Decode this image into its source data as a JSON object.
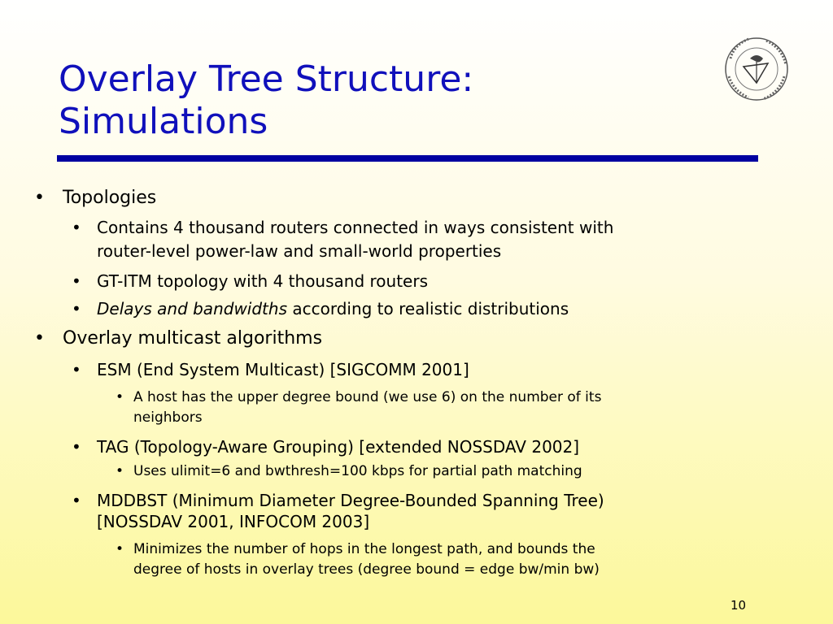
{
  "slide": {
    "title_line1": "Overlay Tree Structure:",
    "title_line2": "Simulations",
    "bullet_glyph": "•",
    "page_number": "10",
    "accent_color": "#1010bb",
    "rule_color": "#0000a0"
  },
  "content": {
    "topologies": {
      "heading": "Topologies",
      "items": [
        {
          "line1": "Contains 4 thousand routers connected in ways consistent with",
          "line2": "router-level power-law and small-world properties"
        },
        {
          "line1": "GT-ITM topology with 4 thousand routers"
        },
        {
          "italic": "Delays and bandwidths",
          "rest": " according to realistic distributions"
        }
      ]
    },
    "algorithms": {
      "heading": "Overlay multicast algorithms",
      "esm": {
        "label": "ESM (End System Multicast) [SIGCOMM 2001]",
        "sub_line1": "A host has the upper degree bound (we use 6) on the number of its",
        "sub_line2": "neighbors"
      },
      "tag": {
        "label": "TAG (Topology-Aware Grouping) [extended NOSSDAV 2002]",
        "sub": "Uses ulimit=6 and bwthresh=100 kbps for partial path matching"
      },
      "mddbst": {
        "label_line1": "MDDBST (Minimum Diameter Degree-Bounded Spanning Tree)",
        "label_line2": "[NOSSDAV 2001, INFOCOM 2003]",
        "sub_line1": "Minimizes the number of hops in the longest path, and bounds the",
        "sub_line2": "degree of hosts in overlay trees (degree bound = edge bw/min bw)"
      }
    }
  }
}
